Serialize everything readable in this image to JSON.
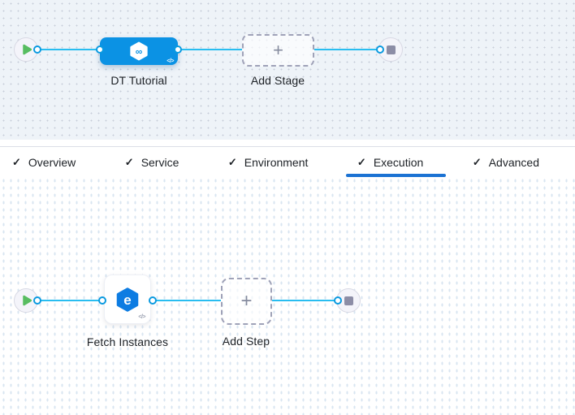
{
  "glyphs": {
    "check": "✓",
    "plus": "+",
    "code": "</>",
    "infinity": "∞",
    "fetch_letter": "e"
  },
  "stage_pipeline": {
    "stage_label": "DT Tutorial",
    "add_stage_label": "Add Stage"
  },
  "tabs": {
    "active": "Execution",
    "items": [
      {
        "label": "Overview",
        "checked": true
      },
      {
        "label": "Service",
        "checked": true
      },
      {
        "label": "Environment",
        "checked": true
      },
      {
        "label": "Execution",
        "checked": true
      },
      {
        "label": "Advanced",
        "checked": true
      }
    ]
  },
  "execution": {
    "step_label": "Fetch Instances",
    "add_step_label": "Add Step"
  },
  "colors": {
    "line": "#29bdf0",
    "port": "#0a9ae0",
    "node_blue": "#0b92e4",
    "fetch_blue": "#0d7ce2",
    "tab_underline": "#1b72d3",
    "play_green": "#58bd61",
    "stop": "#8c8da6",
    "dash": "#9fa2b8",
    "canvas_top_bg": "#eef3f8",
    "canvas_top_dot": "#c6ccd9",
    "canvas_bottom_dot": "#d8e5f1"
  }
}
